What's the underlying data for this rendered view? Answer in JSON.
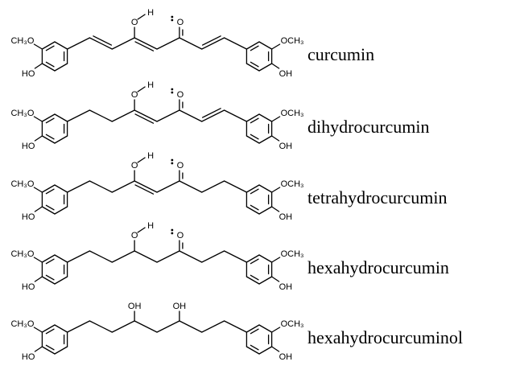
{
  "atoms": {
    "methoxy_left": "CH₃O",
    "methoxy_right": "OCH₃",
    "hydroxyl_left": "HO",
    "hydroxyl_right": "OH",
    "oxygen": "O",
    "hydrogen": "H",
    "hydroxyl_chain": "OH"
  },
  "compounds": [
    {
      "name": "curcumin",
      "chain": "keto-enol",
      "left_unsaturated": true,
      "right_unsaturated": true,
      "hbond": true
    },
    {
      "name": "dihydrocurcumin",
      "chain": "keto-enol",
      "left_unsaturated": false,
      "right_unsaturated": true,
      "hbond": true
    },
    {
      "name": "tetrahydrocurcumin",
      "chain": "keto-enol",
      "left_unsaturated": false,
      "right_unsaturated": false,
      "hbond": true
    },
    {
      "name": "hexahydrocurcumin",
      "chain": "hydroxy-ketone",
      "left_unsaturated": false,
      "right_unsaturated": false,
      "hbond": true
    },
    {
      "name": "hexahydrocurcuminol",
      "chain": "diol",
      "left_unsaturated": false,
      "right_unsaturated": false,
      "hbond": false
    }
  ]
}
